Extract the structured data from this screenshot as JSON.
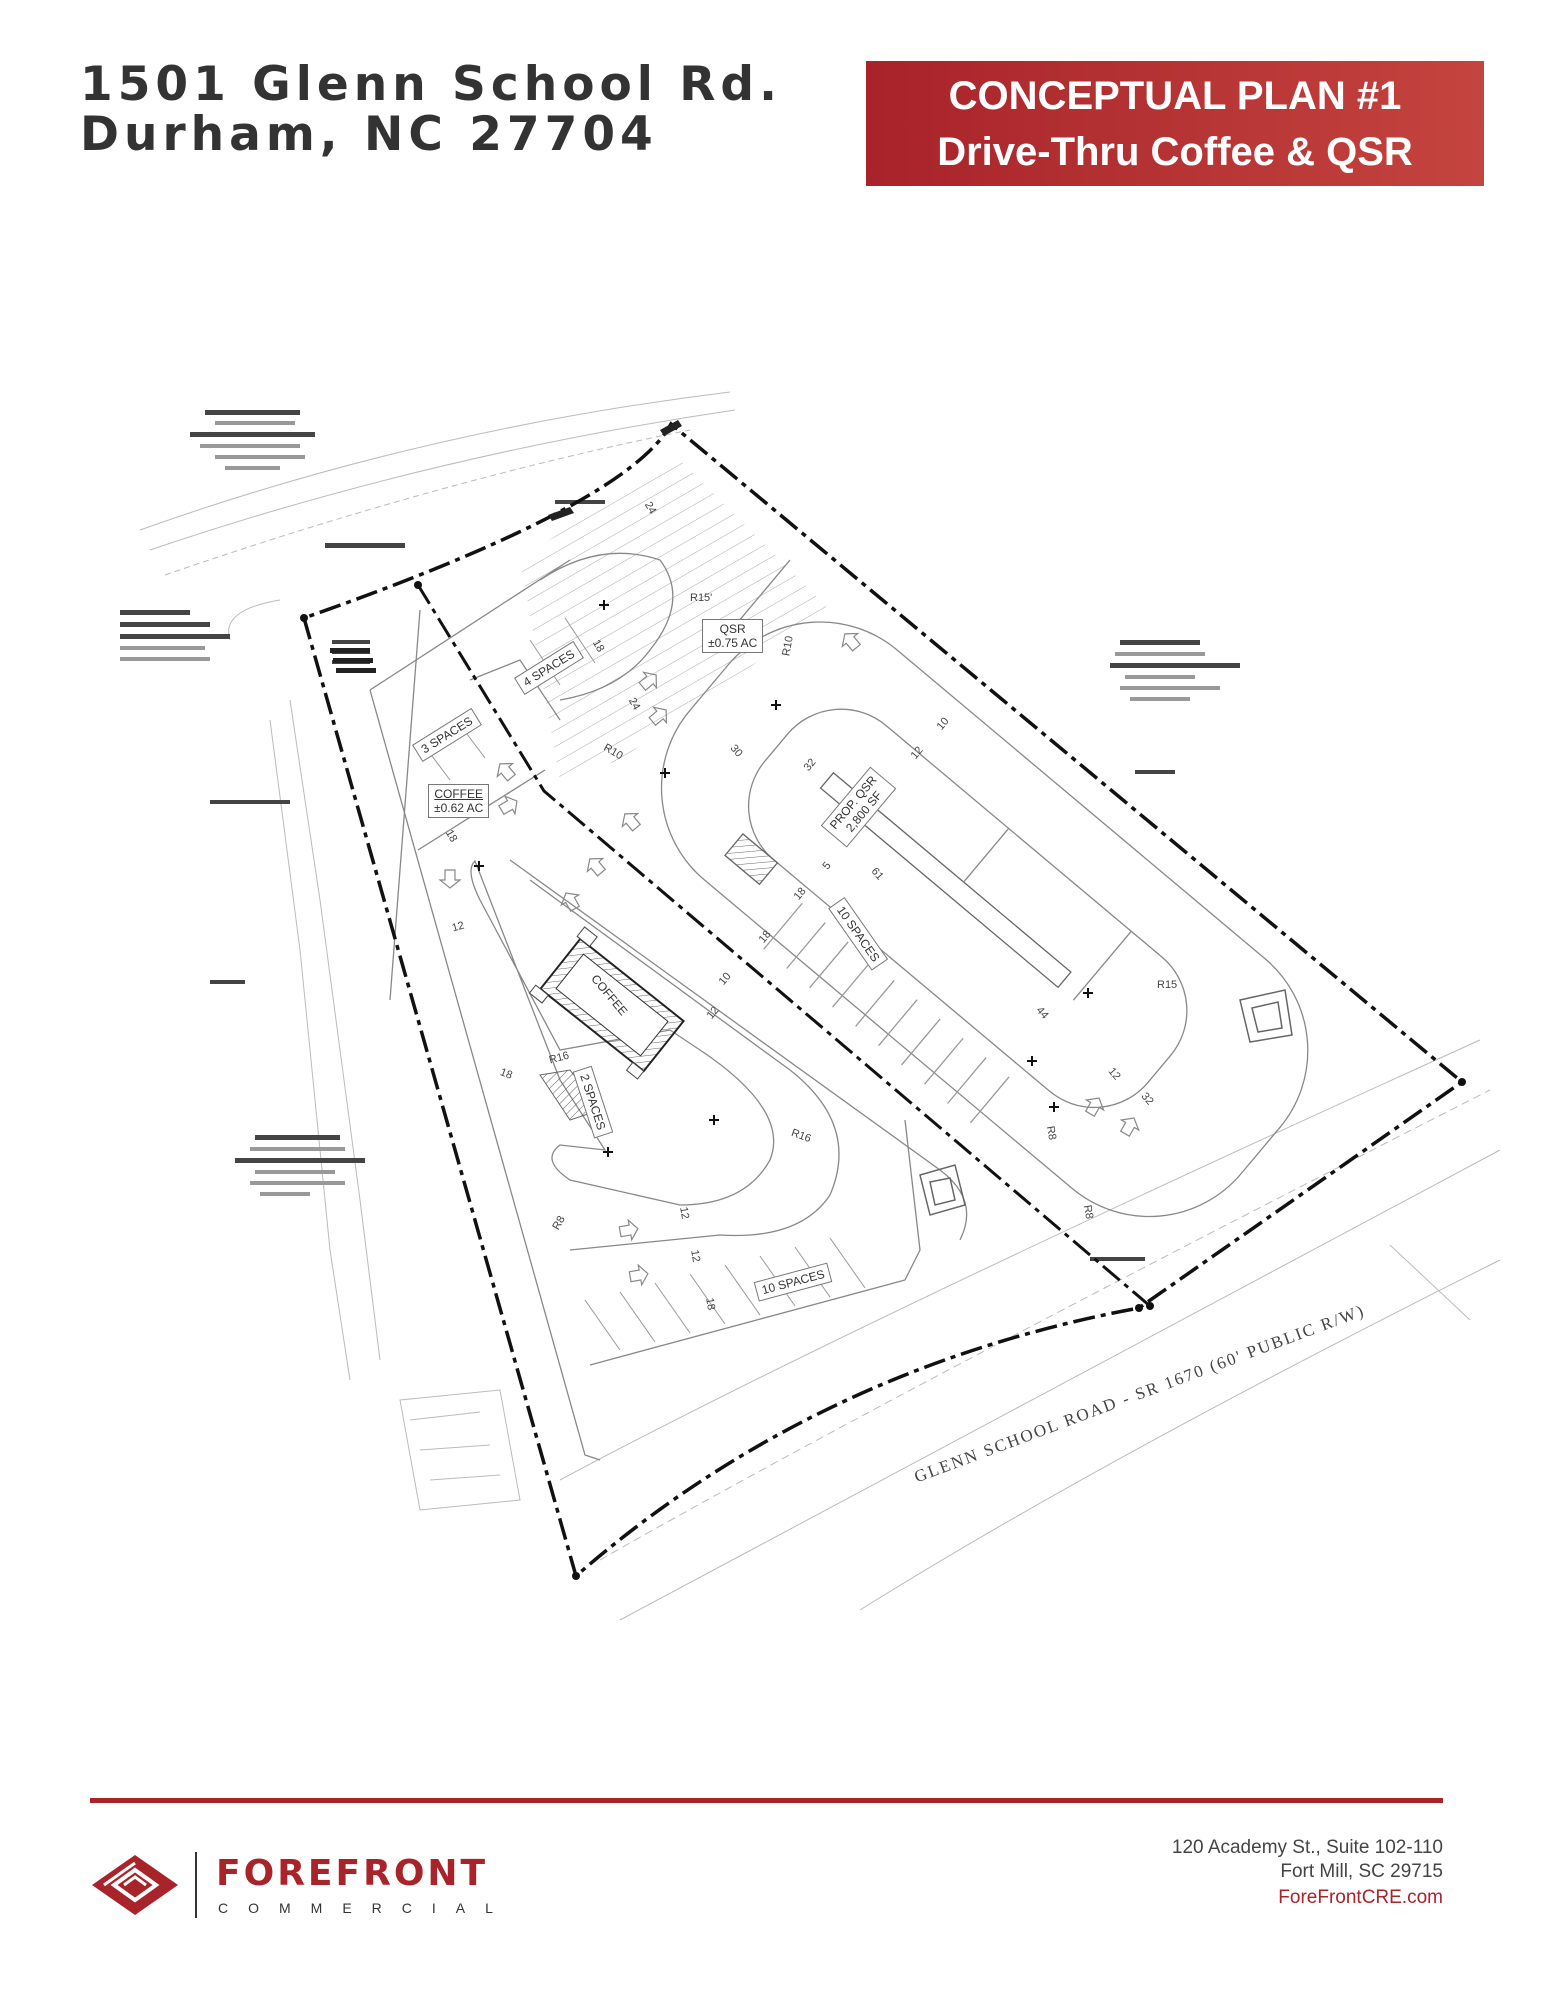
{
  "header": {
    "address_line1": "1501 Glenn School Rd.",
    "address_line2": "Durham, NC 27704",
    "badge_line1": "CONCEPTUAL PLAN #1",
    "badge_line2": "Drive-Thru Coffee & QSR"
  },
  "colors": {
    "brand_red": "#a8232a",
    "badge_gradient_end": "#c4443f",
    "text_dark": "#333333"
  },
  "site_plan": {
    "parcels": [
      {
        "name": "QSR",
        "area": "±0.75 AC"
      },
      {
        "name": "COFFEE",
        "area": "±0.62 AC"
      }
    ],
    "buildings": {
      "qsr_name": "PROP. QSR",
      "qsr_area": "2,800 SF",
      "coffee_name": "COFFEE"
    },
    "parking": {
      "coffee_top": "3 SPACES",
      "shared_top": "4 SPACES",
      "qsr_lot": "10 SPACES",
      "coffee_side": "2 SPACES",
      "coffee_bottom": "10 SPACES"
    },
    "road_label": "GLENN SCHOOL ROAD - SR 1670 (60' PUBLIC R/W)",
    "dims": [
      "24",
      "18",
      "R15'",
      "24",
      "R10",
      "R10",
      "30",
      "32",
      "12",
      "10",
      "5",
      "61",
      "18",
      "18",
      "10",
      "12",
      "18",
      "12",
      "18",
      "R16",
      "R16",
      "R8",
      "12",
      "12",
      "18",
      "44",
      "R15",
      "12",
      "32",
      "R8",
      "R8"
    ]
  },
  "footer": {
    "brand": "FOREFRONT",
    "brand_sub": "COMMERCIAL",
    "address_line1": "120 Academy St., Suite 102-110",
    "address_line2": "Fort Mill, SC 29715",
    "website": "ForeFrontCRE.com"
  }
}
